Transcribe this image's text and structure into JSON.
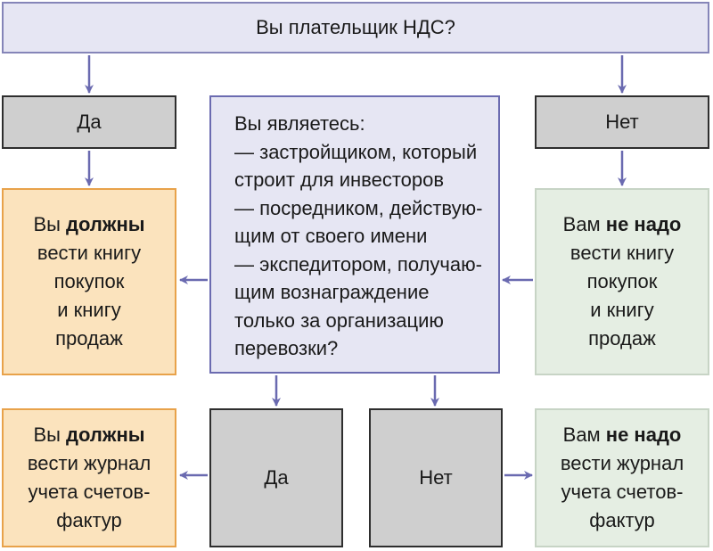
{
  "top": {
    "question": "Вы плательщик НДС?"
  },
  "left_answer": {
    "label": "Да"
  },
  "right_answer": {
    "label": "Нет"
  },
  "center": {
    "lines": [
      "Вы являетесь:",
      "— застройщиком, который",
      "строит для инвесторов",
      "— посредником, действую-",
      "щим от своего имени",
      "— экспедитором, получаю-",
      "щим вознаграждение",
      "только за организацию",
      "перевозки?"
    ]
  },
  "must_books": {
    "l1_pre": "Вы ",
    "l1_bold": "должны",
    "l2": "вести книгу",
    "l3": "покупок",
    "l4": "и книгу",
    "l5": "продаж"
  },
  "no_need_books": {
    "l1_pre": "Вам ",
    "l1_bold": "не надо",
    "l2": "вести книгу",
    "l3": "покупок",
    "l4": "и книгу",
    "l5": "продаж"
  },
  "bottom_yes": {
    "label": "Да"
  },
  "bottom_no": {
    "label": "Нет"
  },
  "must_journal": {
    "l1_pre": "Вы ",
    "l1_bold": "должны",
    "l2": "вести журнал",
    "l3": "учета счетов-",
    "l4": "фактур"
  },
  "no_need_journal": {
    "l1_pre": "Вам ",
    "l1_bold": "не надо",
    "l2": "вести журнал",
    "l3": "учета счетов-",
    "l4": "фактур"
  },
  "colors": {
    "arrow": "#6a6ab0",
    "question_fill": "#e6e6f3",
    "orange_fill": "#fbe3bd",
    "green_fill": "#e5eee3",
    "gray_fill": "#cfcfcf"
  }
}
